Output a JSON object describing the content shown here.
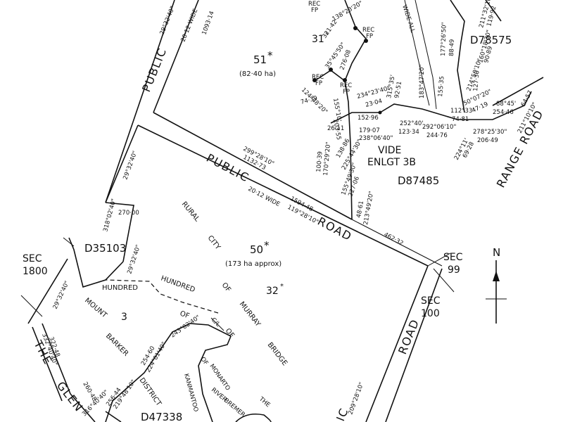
{
  "parcels": {
    "p51": {
      "id": "51",
      "mark": "*",
      "area": "(82·40 ha)"
    },
    "p50": {
      "id": "50",
      "mark": "*",
      "area": "(173 ha approx)"
    },
    "p31": {
      "id": "31",
      "mark": "*"
    },
    "p32": {
      "id": "32",
      "mark": "*"
    },
    "p3": {
      "id": "3"
    }
  },
  "deposited_plans": {
    "d78575": "D78575",
    "d87485": "D87485",
    "d35103": "D35103",
    "d47338": "D47338"
  },
  "sections": {
    "s1800": [
      "SEC",
      "1800"
    ],
    "s99": [
      "SEC",
      "99"
    ],
    "s100": [
      "SEC",
      "100"
    ]
  },
  "roads": {
    "public": "PUBLIC",
    "road": "ROAD",
    "range_road": "RANGE ROAD",
    "wide_1": "20·12 WIDE",
    "wide_2": "20·12 WIDE",
    "wide_all": "WIDE ALL",
    "the": "THE",
    "glen": "GLEN",
    "public_partial": "IC"
  },
  "area_words": {
    "hundred": "HUNDRED",
    "of": "OF",
    "mount": "MOUNT",
    "barker": "BARKER",
    "district": "DISTRICT",
    "rural": "RURAL",
    "city": "CITY",
    "murray": "MURRAY",
    "bridge": "BRIDGE",
    "monarto": "MONARTO",
    "kanmantoo": "KANMANTOO",
    "bremer": "BREMER",
    "river": "RIVER",
    "the": "THE",
    "cl": "C/L",
    "vide": "VIDE",
    "enlgt": "ENLGT 3B"
  },
  "survey_marks": {
    "rec": "REC",
    "fp": "FP"
  },
  "north_arrow": "N",
  "bearings": {
    "b_nw_top": "29°32'40\"",
    "b_1093": "1093·14",
    "b_299": "299°28'10\"",
    "b_1132": "1132·73",
    "b_1594": "1594·48",
    "b_119": "119°28'10\"",
    "b_462": "462·32",
    "b_29_mid": "29°32'40\"",
    "b_270": "270·00",
    "b_318": "318°02'40\"",
    "b_29_d35": "29°32'40\"",
    "b_29_sec": "29°32'40\"",
    "b_322": "322·48",
    "b_332": "332°40'40\"",
    "b_260": "260·48",
    "b_316": "316°40'40\"",
    "b_256": "256·44",
    "b_219": "219°48'10\"",
    "b_254": "254·60",
    "b_224": "224°01'40\"",
    "b_243": "243°02'40\"",
    "b_209": "209°28'10\"",
    "b_138": "138°23'20\"",
    "b_321": "321·42",
    "b_35": "35°45'50\"",
    "b_276": "276·08",
    "b_124": "124°48'20\"",
    "b_7439": "74·39",
    "b_155": "155°10'",
    "b_20355": "203·55",
    "b_2611": "26·11",
    "b_234": "234°23'40\"",
    "b_2304": "23·04",
    "b_315": "315°35'",
    "b_9251": "92·51",
    "b_15296": "152·96",
    "b_17907": "179·07",
    "b_238": "238°06'40\"",
    "b_13886": "138·86",
    "b_225": "225°44'30\"",
    "b_170": "170°29'20\"",
    "b_10039": "100·39",
    "b_155b": "155°49'30\"",
    "b_22706": "227·06",
    "b_4861": "48·61",
    "b_213": "213°49'20\"",
    "b_252": "252°40'",
    "b_12334": "123·34",
    "b_183": "183°47'20\"",
    "b_15535": "155·35",
    "b_292": "292°06'10\"",
    "b_24476": "244·76",
    "b_177": "177°26'50\"",
    "b_8849": "88·49",
    "b_214": "214°50'10\"",
    "b_12730": "127·30",
    "b_112": "112°33'",
    "b_7481": "74·81",
    "b_50": "50°07'20\"",
    "b_4719": "47·19",
    "b_88": "88°45'",
    "b_25446": "254·46",
    "b_278": "278°25'30\"",
    "b_20649": "206·49",
    "b_224b": "224°11'",
    "b_6928": "69·28",
    "b_211": "211°10'10\"",
    "b_6457": "64·57",
    "b_160": "160°18'30\"",
    "b_9089": "90·89",
    "b_211b": "211°32'10\"",
    "b_11992": "119·92"
  }
}
